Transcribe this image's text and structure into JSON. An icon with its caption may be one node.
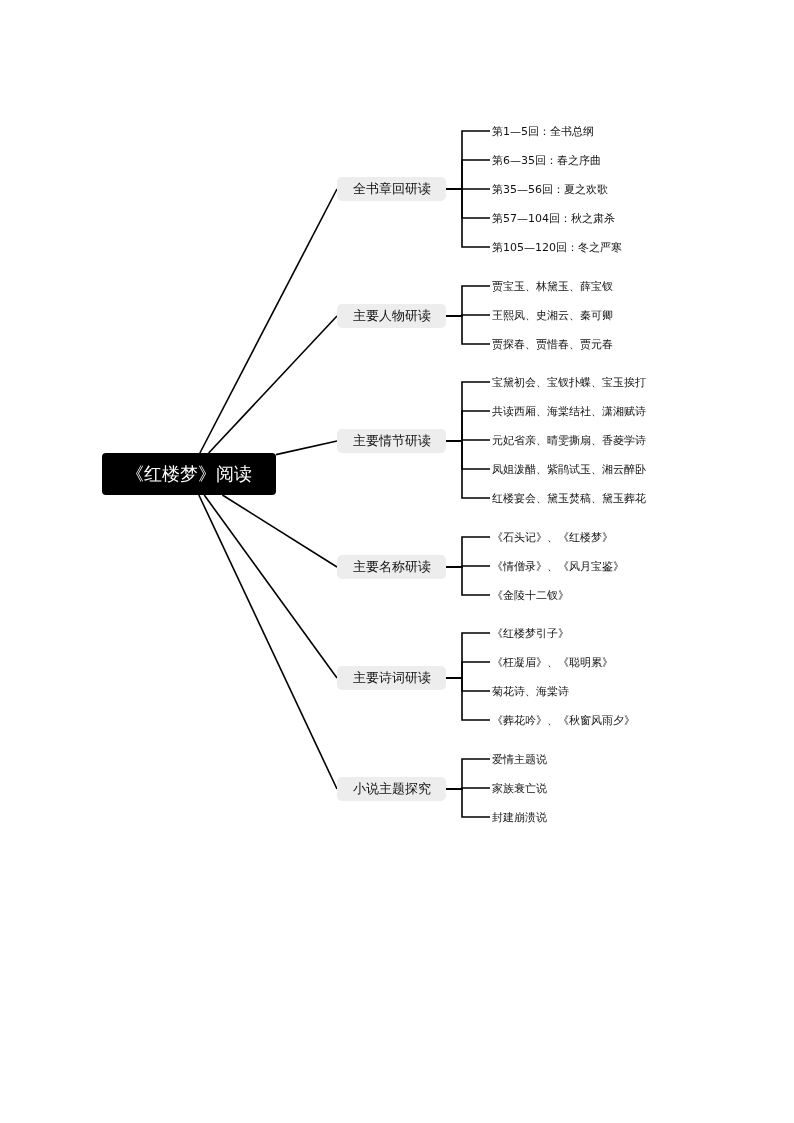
{
  "diagram": {
    "nodes": [
      {
        "text": [
          "《红楼梦》阅读"
        ]
      },
      {
        "text": [
          "全书章回研读"
        ]
      },
      {
        "text": [
          "第1—5回：全书总纲"
        ]
      },
      {
        "text": [
          "第6—35回：春之序曲"
        ]
      },
      {
        "text": [
          "第35—56回：夏之欢歌"
        ]
      },
      {
        "text": [
          "第57—104回：秋之肃杀"
        ]
      },
      {
        "text": [
          "第105—120回：冬之严寒"
        ]
      },
      {
        "text": [
          "主要人物研读"
        ]
      },
      {
        "text": [
          "贾宝玉、林黛玉、薛宝钗"
        ]
      },
      {
        "text": [
          "王熙凤、史湘云、秦可卿"
        ]
      },
      {
        "text": [
          "贾探春、贾惜春、贾元春"
        ]
      },
      {
        "text": [
          "主要情节研读"
        ]
      },
      {
        "text": [
          "宝黛初会、宝钗扑蝶、宝玉挨打"
        ]
      },
      {
        "text": [
          "共读西厢、海棠结社、潇湘赋诗"
        ]
      },
      {
        "text": [
          "元妃省亲、晴雯撕扇、香菱学诗"
        ]
      },
      {
        "text": [
          "凤姐泼醋、紫鹃试玉、湘云醉卧"
        ]
      },
      {
        "text": [
          "红楼宴会、黛玉焚稿、黛玉葬花"
        ]
      },
      {
        "text": [
          "主要名称研读"
        ]
      },
      {
        "text": [
          "《石头记》、《红楼梦》"
        ]
      },
      {
        "text": [
          "《情僧录》、《风月宝鉴》"
        ]
      },
      {
        "text": [
          "《金陵十二钗》"
        ]
      },
      {
        "text": [
          "主要诗词研读"
        ]
      },
      {
        "text": [
          "《红楼梦引子》"
        ]
      },
      {
        "text": [
          "《枉凝眉》、《聪明累》"
        ]
      },
      {
        "text": [
          "菊花诗、海棠诗"
        ]
      },
      {
        "text": [
          "《葬花吟》、《秋窗风雨夕》"
        ]
      },
      {
        "text": [
          "小说主题探究"
        ]
      },
      {
        "text": [
          "爱情主题说"
        ]
      },
      {
        "text": [
          "家族衰亡说"
        ]
      },
      {
        "text": [
          "封建崩溃说"
        ]
      }
    ],
    "edges": [
      {
        "from": 0,
        "to": 1,
        "arrow": "none"
      },
      {
        "from": 1,
        "to": 2,
        "arrow": "none"
      },
      {
        "from": 1,
        "to": 3,
        "arrow": "none"
      },
      {
        "from": 1,
        "to": 4,
        "arrow": "none"
      },
      {
        "from": 1,
        "to": 5,
        "arrow": "none"
      },
      {
        "from": 1,
        "to": 6,
        "arrow": "none"
      },
      {
        "from": 0,
        "to": 7,
        "arrow": "none"
      },
      {
        "from": 7,
        "to": 8,
        "arrow": "none"
      },
      {
        "from": 7,
        "to": 9,
        "arrow": "none"
      },
      {
        "from": 7,
        "to": 10,
        "arrow": "none"
      },
      {
        "from": 0,
        "to": 11,
        "arrow": "none"
      },
      {
        "from": 11,
        "to": 12,
        "arrow": "none"
      },
      {
        "from": 11,
        "to": 13,
        "arrow": "none"
      },
      {
        "from": 11,
        "to": 14,
        "arrow": "none"
      },
      {
        "from": 11,
        "to": 15,
        "arrow": "none"
      },
      {
        "from": 11,
        "to": 16,
        "arrow": "none"
      },
      {
        "from": 0,
        "to": 17,
        "arrow": "none"
      },
      {
        "from": 17,
        "to": 18,
        "arrow": "none"
      },
      {
        "from": 17,
        "to": 19,
        "arrow": "none"
      },
      {
        "from": 17,
        "to": 20,
        "arrow": "none"
      },
      {
        "from": 0,
        "to": 21,
        "arrow": "none"
      },
      {
        "from": 21,
        "to": 22,
        "arrow": "none"
      },
      {
        "from": 21,
        "to": 23,
        "arrow": "none"
      },
      {
        "from": 21,
        "to": 24,
        "arrow": "none"
      },
      {
        "from": 21,
        "to": 25,
        "arrow": "none"
      },
      {
        "from": 0,
        "to": 26,
        "arrow": "none"
      },
      {
        "from": 26,
        "to": 27,
        "arrow": "none"
      },
      {
        "from": 26,
        "to": 28,
        "arrow": "none"
      },
      {
        "from": 26,
        "to": 29,
        "arrow": "none"
      }
    ]
  }
}
